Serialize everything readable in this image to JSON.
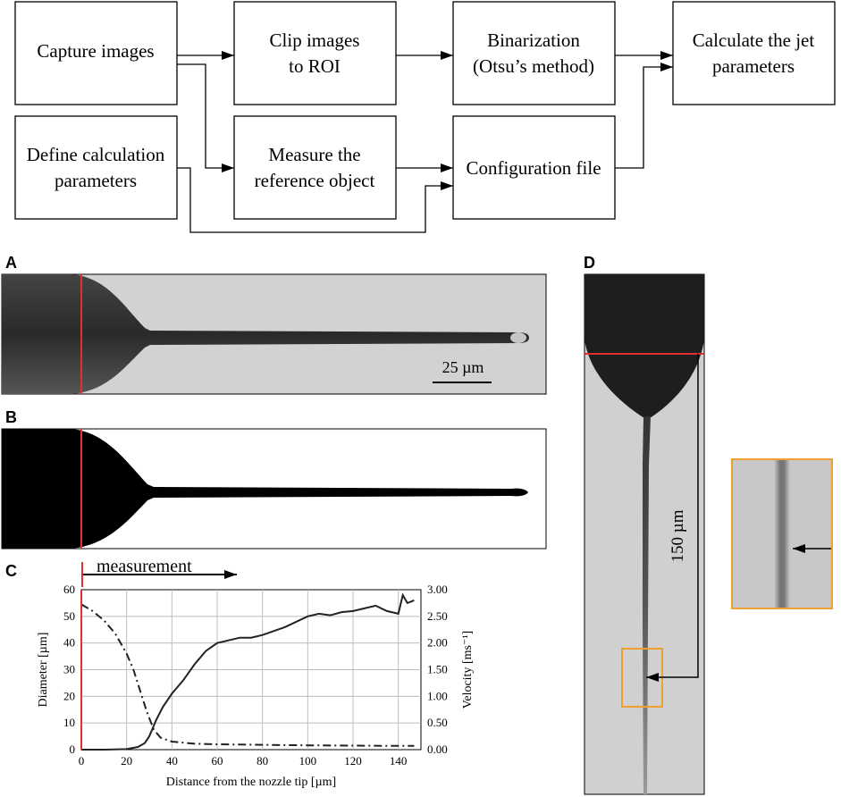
{
  "flow": {
    "capture": "Capture images",
    "clip_l1": "Clip images",
    "clip_l2": "to ROI",
    "bin_l1": "Binarization",
    "bin_l2": "(Otsu’s method)",
    "calc_l1": "Calculate the jet",
    "calc_l2": "parameters",
    "define_l1": "Define calculation",
    "define_l2": "parameters",
    "measure_l1": "Measure the",
    "measure_l2": "reference object",
    "config": "Configuration file"
  },
  "panels": {
    "a": "A",
    "b": "B",
    "c": "C",
    "d": "D",
    "scale_a": "25 µm",
    "scale_d": "150 µm",
    "measurement": "measurement"
  },
  "chart_data": {
    "type": "line",
    "xlabel": "Distance from the nozzle tip [µm]",
    "ylabel": "Diameter [µm]",
    "y2label": "Velocity [ms⁻¹]",
    "xlim": [
      0,
      150
    ],
    "ylim": [
      0,
      60
    ],
    "y2lim": [
      0,
      3
    ],
    "xticks": [
      "0",
      "20",
      "40",
      "60",
      "80",
      "100",
      "120",
      "140"
    ],
    "yticks": [
      "0",
      "10",
      "20",
      "30",
      "40",
      "50",
      "60"
    ],
    "y2ticks": [
      "0.00",
      "0.50",
      "1.00",
      "1.50",
      "2.00",
      "2.50",
      "3.00"
    ],
    "grid": true,
    "series": [
      {
        "axis": "left",
        "style": "dash-dot",
        "x": [
          0,
          5,
          10,
          15,
          20,
          23,
          26,
          29,
          32,
          35,
          40,
          50,
          60,
          80,
          100,
          120,
          140,
          147
        ],
        "values": [
          54.5,
          52,
          48.5,
          43.5,
          36,
          30,
          22,
          14,
          7.5,
          4.5,
          3,
          2.2,
          2,
          1.8,
          1.6,
          1.5,
          1.4,
          1.4
        ]
      },
      {
        "axis": "right",
        "style": "solid",
        "x": [
          0,
          10,
          20,
          25,
          28,
          30,
          33,
          36,
          40,
          45,
          50,
          55,
          60,
          65,
          70,
          75,
          80,
          90,
          100,
          105,
          110,
          115,
          120,
          125,
          130,
          135,
          140,
          142,
          144,
          147
        ],
        "values": [
          0,
          0,
          0.01,
          0.05,
          0.12,
          0.25,
          0.55,
          0.8,
          1.05,
          1.3,
          1.6,
          1.85,
          2.0,
          2.05,
          2.1,
          2.1,
          2.15,
          2.3,
          2.5,
          2.55,
          2.52,
          2.58,
          2.6,
          2.65,
          2.7,
          2.6,
          2.55,
          2.9,
          2.75,
          2.8
        ]
      }
    ]
  }
}
